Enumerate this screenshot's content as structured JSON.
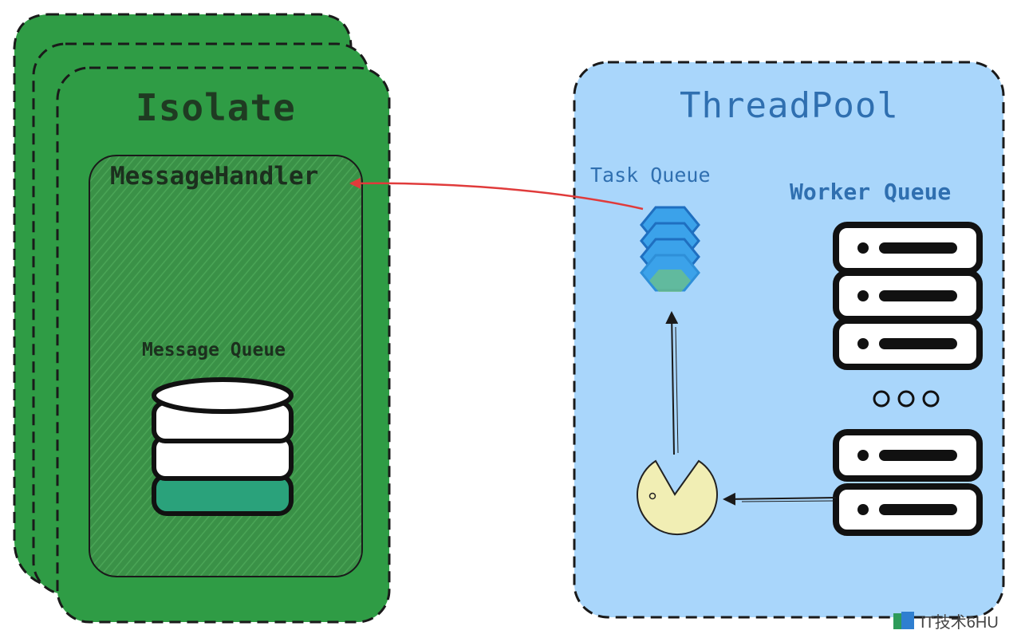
{
  "isolate": {
    "title": "Isolate",
    "handler_label": "MessageHandler",
    "queue_label": "Message Queue",
    "fill": "#2f9c45"
  },
  "threadpool": {
    "title": "ThreadPool",
    "task_queue_label": "Task Queue",
    "worker_queue_label": "Worker Queue",
    "fill": "#a9d6fb"
  },
  "arrows": {
    "dispatch_color": "#e03b3b"
  },
  "watermark": {
    "text": "IT技术6HU"
  }
}
